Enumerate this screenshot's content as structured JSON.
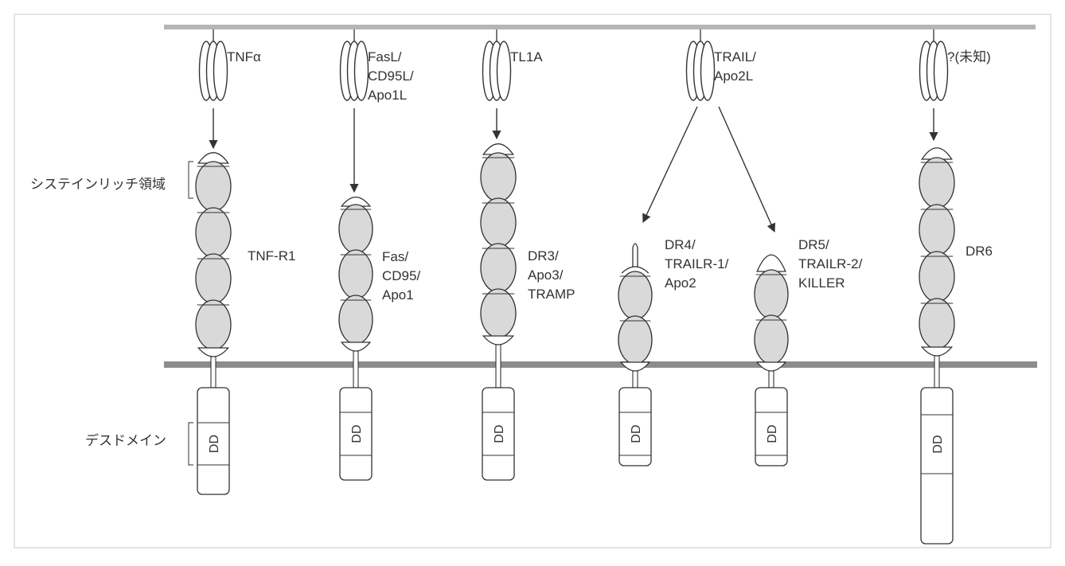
{
  "side_labels": {
    "cysteine_rich": "システインリッチ領域",
    "death_domain": "デスドメイン"
  },
  "domain_label": "DD",
  "ligands": [
    {
      "key": "tnfa",
      "lines": [
        "TNFα"
      ]
    },
    {
      "key": "fasl",
      "lines": [
        "FasL/",
        "CD95L/",
        "Apo1L"
      ]
    },
    {
      "key": "tl1a",
      "lines": [
        "TL1A"
      ]
    },
    {
      "key": "trail",
      "lines": [
        "TRAIL/",
        "Apo2L"
      ]
    },
    {
      "key": "unknown",
      "lines": [
        "?(未知)"
      ]
    }
  ],
  "receptors": [
    {
      "key": "tnf-r1",
      "lines": [
        "TNF-R1"
      ],
      "crd_count": 4,
      "ligand": "tnfa"
    },
    {
      "key": "fas",
      "lines": [
        "Fas/",
        "CD95/",
        "Apo1"
      ],
      "crd_count": 3,
      "ligand": "fasl"
    },
    {
      "key": "dr3",
      "lines": [
        "DR3/",
        "Apo3/",
        "TRAMP"
      ],
      "crd_count": 4,
      "ligand": "tl1a"
    },
    {
      "key": "dr4",
      "lines": [
        "DR4/",
        "TRAILR-1/",
        "Apo2"
      ],
      "crd_count": 2,
      "ligand": "trail"
    },
    {
      "key": "dr5",
      "lines": [
        "DR5/",
        "TRAILR-2/",
        "KILLER"
      ],
      "crd_count": 2,
      "ligand": "trail"
    },
    {
      "key": "dr6",
      "lines": [
        "DR6"
      ],
      "crd_count": 4,
      "ligand": "unknown"
    }
  ],
  "colors": {
    "stroke": "#333333",
    "crd_fill": "#d9d9d9",
    "membrane": "#8c8c8c",
    "top_band": "#b5b5b5",
    "text": "#333333"
  }
}
